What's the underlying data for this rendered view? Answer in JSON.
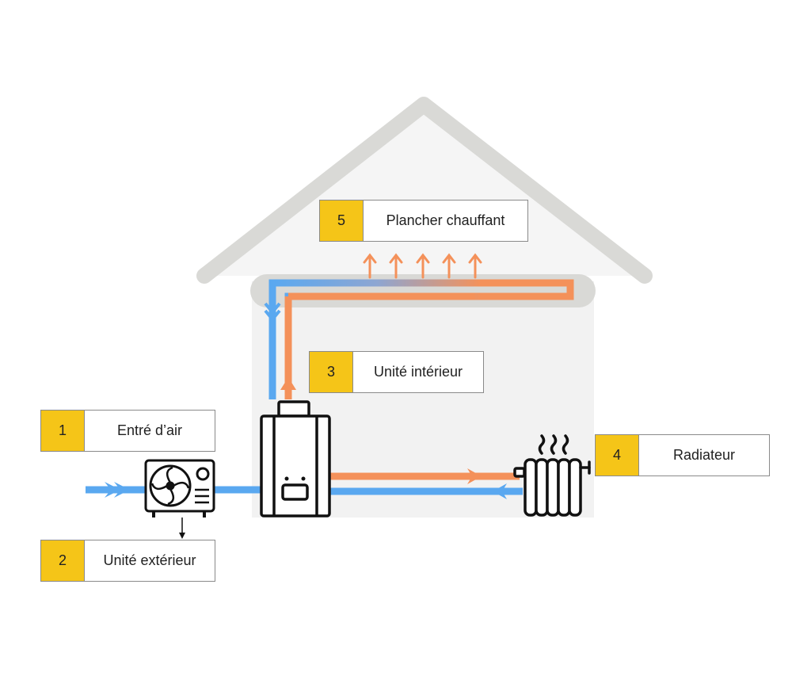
{
  "colors": {
    "cold_flow": "#5aa8f0",
    "hot_flow": "#f4915a",
    "roof": "#d9d9d6",
    "house_fill": "#f2f2f2",
    "badge": "#f5c518",
    "outline": "#111111"
  },
  "labels": {
    "l1": {
      "num": "1",
      "text": "Entré d’air"
    },
    "l2": {
      "num": "2",
      "text": "Unité extérieur"
    },
    "l3": {
      "num": "3",
      "text": "Unité intérieur"
    },
    "l4": {
      "num": "4",
      "text": "Radiateur"
    },
    "l5": {
      "num": "5",
      "text": "Plancher chauffant"
    }
  },
  "icons": [
    "fan-unit-icon",
    "boiler-icon",
    "radiator-icon",
    "heat-arrow-icon",
    "flow-arrow-icon"
  ]
}
